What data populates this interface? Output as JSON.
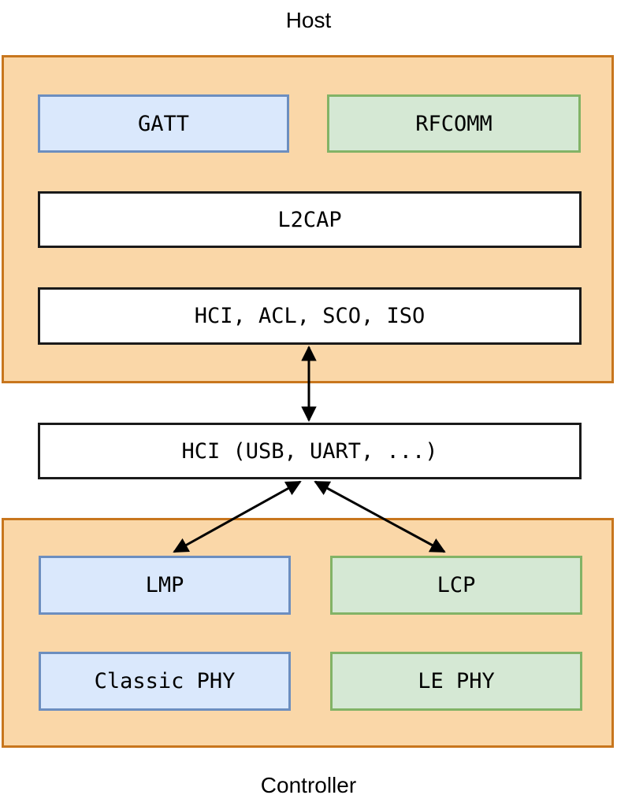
{
  "labels": {
    "host": "Host",
    "controller": "Controller"
  },
  "host_stack": {
    "gatt": "GATT",
    "rfcomm": "RFCOMM",
    "l2cap": "L2CAP",
    "hci_logical": "HCI, ACL, SCO, ISO"
  },
  "transport": {
    "hci_physical": "HCI (USB, UART, ...)"
  },
  "controller_stack": {
    "lmp": "LMP",
    "lcp": "LCP",
    "classic_phy": "Classic PHY",
    "le_phy": "LE PHY"
  },
  "connectors": [
    {
      "name": "hci-logical-to-transport",
      "style": "double-headed-vertical"
    },
    {
      "name": "transport-to-lmp",
      "style": "double-headed-diagonal"
    },
    {
      "name": "transport-to-lcp",
      "style": "double-headed-diagonal"
    }
  ],
  "colors": {
    "container_fill": "#FAD7A8",
    "container_stroke": "#C8761D",
    "blue_fill": "#DAE8FC",
    "blue_stroke": "#6C8EBF",
    "green_fill": "#D5E8D4",
    "green_stroke": "#82B366",
    "white_fill": "#FFFFFF",
    "box_stroke": "#1A1A1A",
    "arrow": "#000000",
    "text": "#000000",
    "background": "#FFFFFF"
  }
}
